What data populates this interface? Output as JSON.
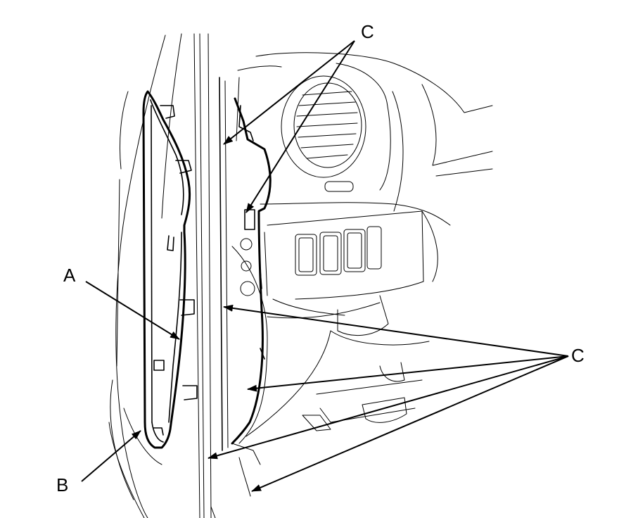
{
  "callouts": {
    "a": "A",
    "b": "B",
    "c_top": "C",
    "c_right": "C"
  }
}
